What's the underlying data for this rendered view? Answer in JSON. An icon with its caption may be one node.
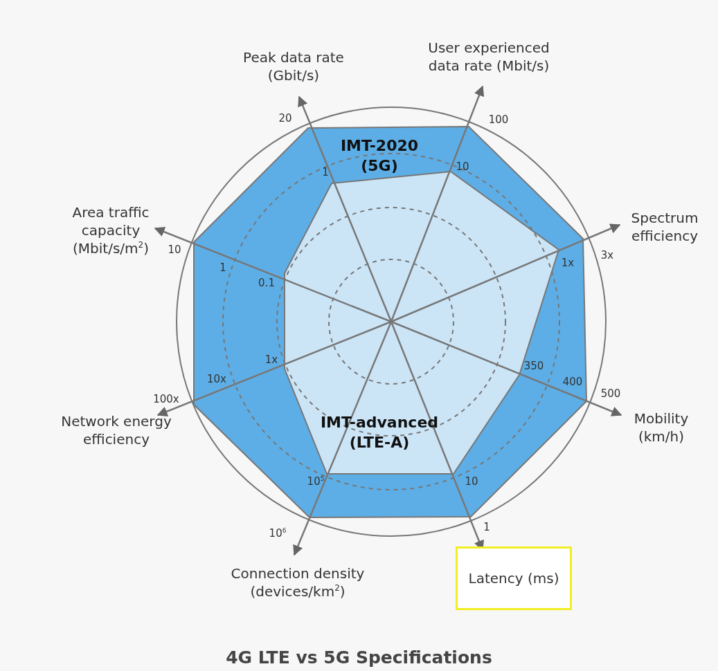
{
  "diagram": {
    "title": "4G LTE vs 5G Specifications",
    "nodes": [
      {
        "text": [
          "Latency (ms)"
        ]
      }
    ],
    "labels": [
      "User experienced data rate (Mbit/s)",
      "Peak data rate (Gbit/s)",
      "20",
      "100",
      "IMT-2020 (5G)",
      "1",
      "10",
      "Area traffic capacity (Mbit/s/m$^{2}$)",
      "Spectrum efficiency",
      "10",
      "3x",
      "1x",
      "1",
      "0.1",
      "1x",
      "350",
      "10x",
      "400",
      "100x",
      "500",
      "Network energy efficiency",
      "Mobility (km/h)",
      "IMT-advanced (LTE-A)",
      "10$^{5}$",
      "10",
      "1",
      "10$^{6}$",
      "Connection density (devices/km$^{2}$)"
    ]
  }
}
